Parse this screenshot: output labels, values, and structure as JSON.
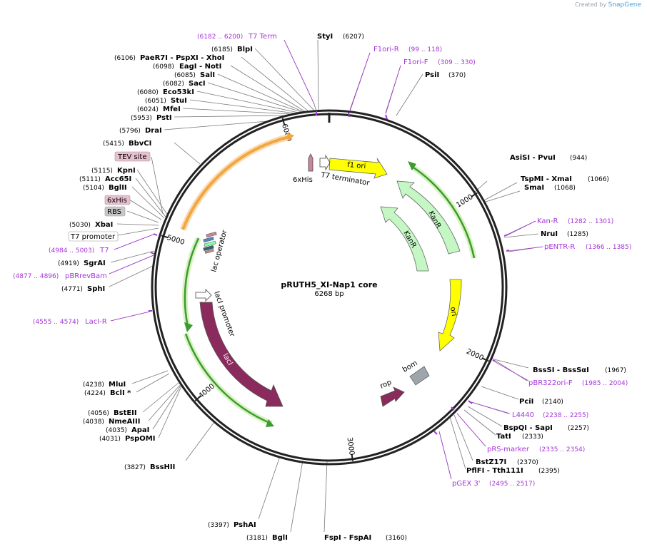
{
  "credit": {
    "prefix": "Created by",
    "brand": "SnapGene"
  },
  "plasmid": {
    "name": "pRUTH5_XI-Nap1 core",
    "size_label": "6268 bp",
    "length_bp": 6268
  },
  "colors": {
    "primer": "#a535d6",
    "lacI": "#8b2a5c",
    "ori": "#ffff00",
    "kanR": "#c4f7c4",
    "f1ori": "#ffff00",
    "orange": "#f2a640",
    "rop": "#8b2a5c",
    "bom": "#9ea5ab",
    "tag_box": "#e8bfcf",
    "rbs_box": "#c8c8c8"
  },
  "ticks": [
    {
      "bp": 1000,
      "label": "1000"
    },
    {
      "bp": 2000,
      "label": "2000"
    },
    {
      "bp": 3000,
      "label": "3000"
    },
    {
      "bp": 4000,
      "label": "4000"
    },
    {
      "bp": 5000,
      "label": "5000"
    },
    {
      "bp": 6000,
      "label": "6000"
    }
  ],
  "features": {
    "f1ori": "f1 ori",
    "kanr_outer": "KanR",
    "kanr_inner": "KanR",
    "ori": "ori",
    "laci": "lacI",
    "laci_promoter": "lacI promoter",
    "lac_operator": "lac operator",
    "rop": "rop",
    "bom": "bom",
    "his": "6xHis",
    "t7term": "T7 terminator"
  },
  "labels": {
    "left": [
      {
        "pos": "(6185)",
        "name": "BlpI"
      },
      {
        "pos": "(6106)",
        "name": "PaeR7I  - PspXI  - XhoI"
      },
      {
        "pos": "(6098)",
        "name": "EagI  - NotI"
      },
      {
        "pos": "(6085)",
        "name": "SalI"
      },
      {
        "pos": "(6082)",
        "name": "SacI"
      },
      {
        "pos": "(6080)",
        "name": "Eco53kI"
      },
      {
        "pos": "(6051)",
        "name": "StuI"
      },
      {
        "pos": "(6024)",
        "name": "MfeI"
      },
      {
        "pos": "(5953)",
        "name": "PstI"
      },
      {
        "pos": "(5796)",
        "name": "DraI"
      },
      {
        "pos": "(5415)",
        "name": "BbvCI"
      },
      {
        "pos": "(5115)",
        "name": "KpnI"
      },
      {
        "pos": "(5111)",
        "name": "Acc65I"
      },
      {
        "pos": "(5104)",
        "name": "BglII"
      },
      {
        "pos": "(5030)",
        "name": "XbaI"
      },
      {
        "pos": "(4919)",
        "name": "SgrAI"
      },
      {
        "pos": "(4771)",
        "name": "SphI"
      },
      {
        "pos": "(4238)",
        "name": "MluI"
      },
      {
        "pos": "(4224)",
        "name": "BclI *"
      },
      {
        "pos": "(4056)",
        "name": "BstEII"
      },
      {
        "pos": "(4038)",
        "name": "NmeAIII"
      },
      {
        "pos": "(4035)",
        "name": "ApaI"
      },
      {
        "pos": "(4031)",
        "name": "PspOMI"
      },
      {
        "pos": "(3827)",
        "name": "BssHII"
      },
      {
        "pos": "(3397)",
        "name": "PshAI"
      },
      {
        "pos": "(3181)",
        "name": "BglI"
      }
    ],
    "right": [
      {
        "name": "StyI",
        "pos": "(6207)"
      },
      {
        "name": "PsiI",
        "pos": "(370)"
      },
      {
        "name": "AsiSI  - PvuI",
        "pos": "(944)"
      },
      {
        "name": "TspMI  - XmaI",
        "pos": "(1066)"
      },
      {
        "name": "SmaI",
        "pos": "(1068)"
      },
      {
        "name": "NruI",
        "pos": "(1285)"
      },
      {
        "name": "BssSI  - BssSαI",
        "pos": "(1967)"
      },
      {
        "name": "PciI",
        "pos": "(2140)"
      },
      {
        "name": "BspQI  - SapI",
        "pos": "(2257)"
      },
      {
        "name": "TatI",
        "pos": "(2333)"
      },
      {
        "name": "BstZ17I",
        "pos": "(2370)"
      },
      {
        "name": "PflFI  - Tth111I",
        "pos": "(2395)"
      },
      {
        "name": "FspI  - FspAI",
        "pos": "(3160)"
      }
    ],
    "primers": [
      {
        "pos": "(6182 .. 6200)",
        "name": "T7 Term"
      },
      {
        "name": "F1ori-R",
        "pos": "(99 .. 118)"
      },
      {
        "name": "F1ori-F",
        "pos": "(309 .. 330)"
      },
      {
        "name": "Kan-R",
        "pos": "(1282 .. 1301)"
      },
      {
        "name": "pENTR-R",
        "pos": "(1366 .. 1385)"
      },
      {
        "name": "pBR322ori-F",
        "pos": "(1985 .. 2004)"
      },
      {
        "name": "L4440",
        "pos": "(2238 .. 2255)"
      },
      {
        "name": "pRS-marker",
        "pos": "(2335 .. 2354)"
      },
      {
        "name": "pGEX 3'",
        "pos": "(2495 .. 2517)"
      },
      {
        "pos": "(4984 .. 5003)",
        "name": "T7"
      },
      {
        "pos": "(4877 .. 4896)",
        "name": "pBRrevBam"
      },
      {
        "pos": "(4555 .. 4574)",
        "name": "LacI-R"
      }
    ],
    "boxes": [
      {
        "name": "TEV site"
      },
      {
        "name": "6xHis"
      },
      {
        "name": "RBS"
      },
      {
        "name": "T7 promoter"
      }
    ]
  }
}
